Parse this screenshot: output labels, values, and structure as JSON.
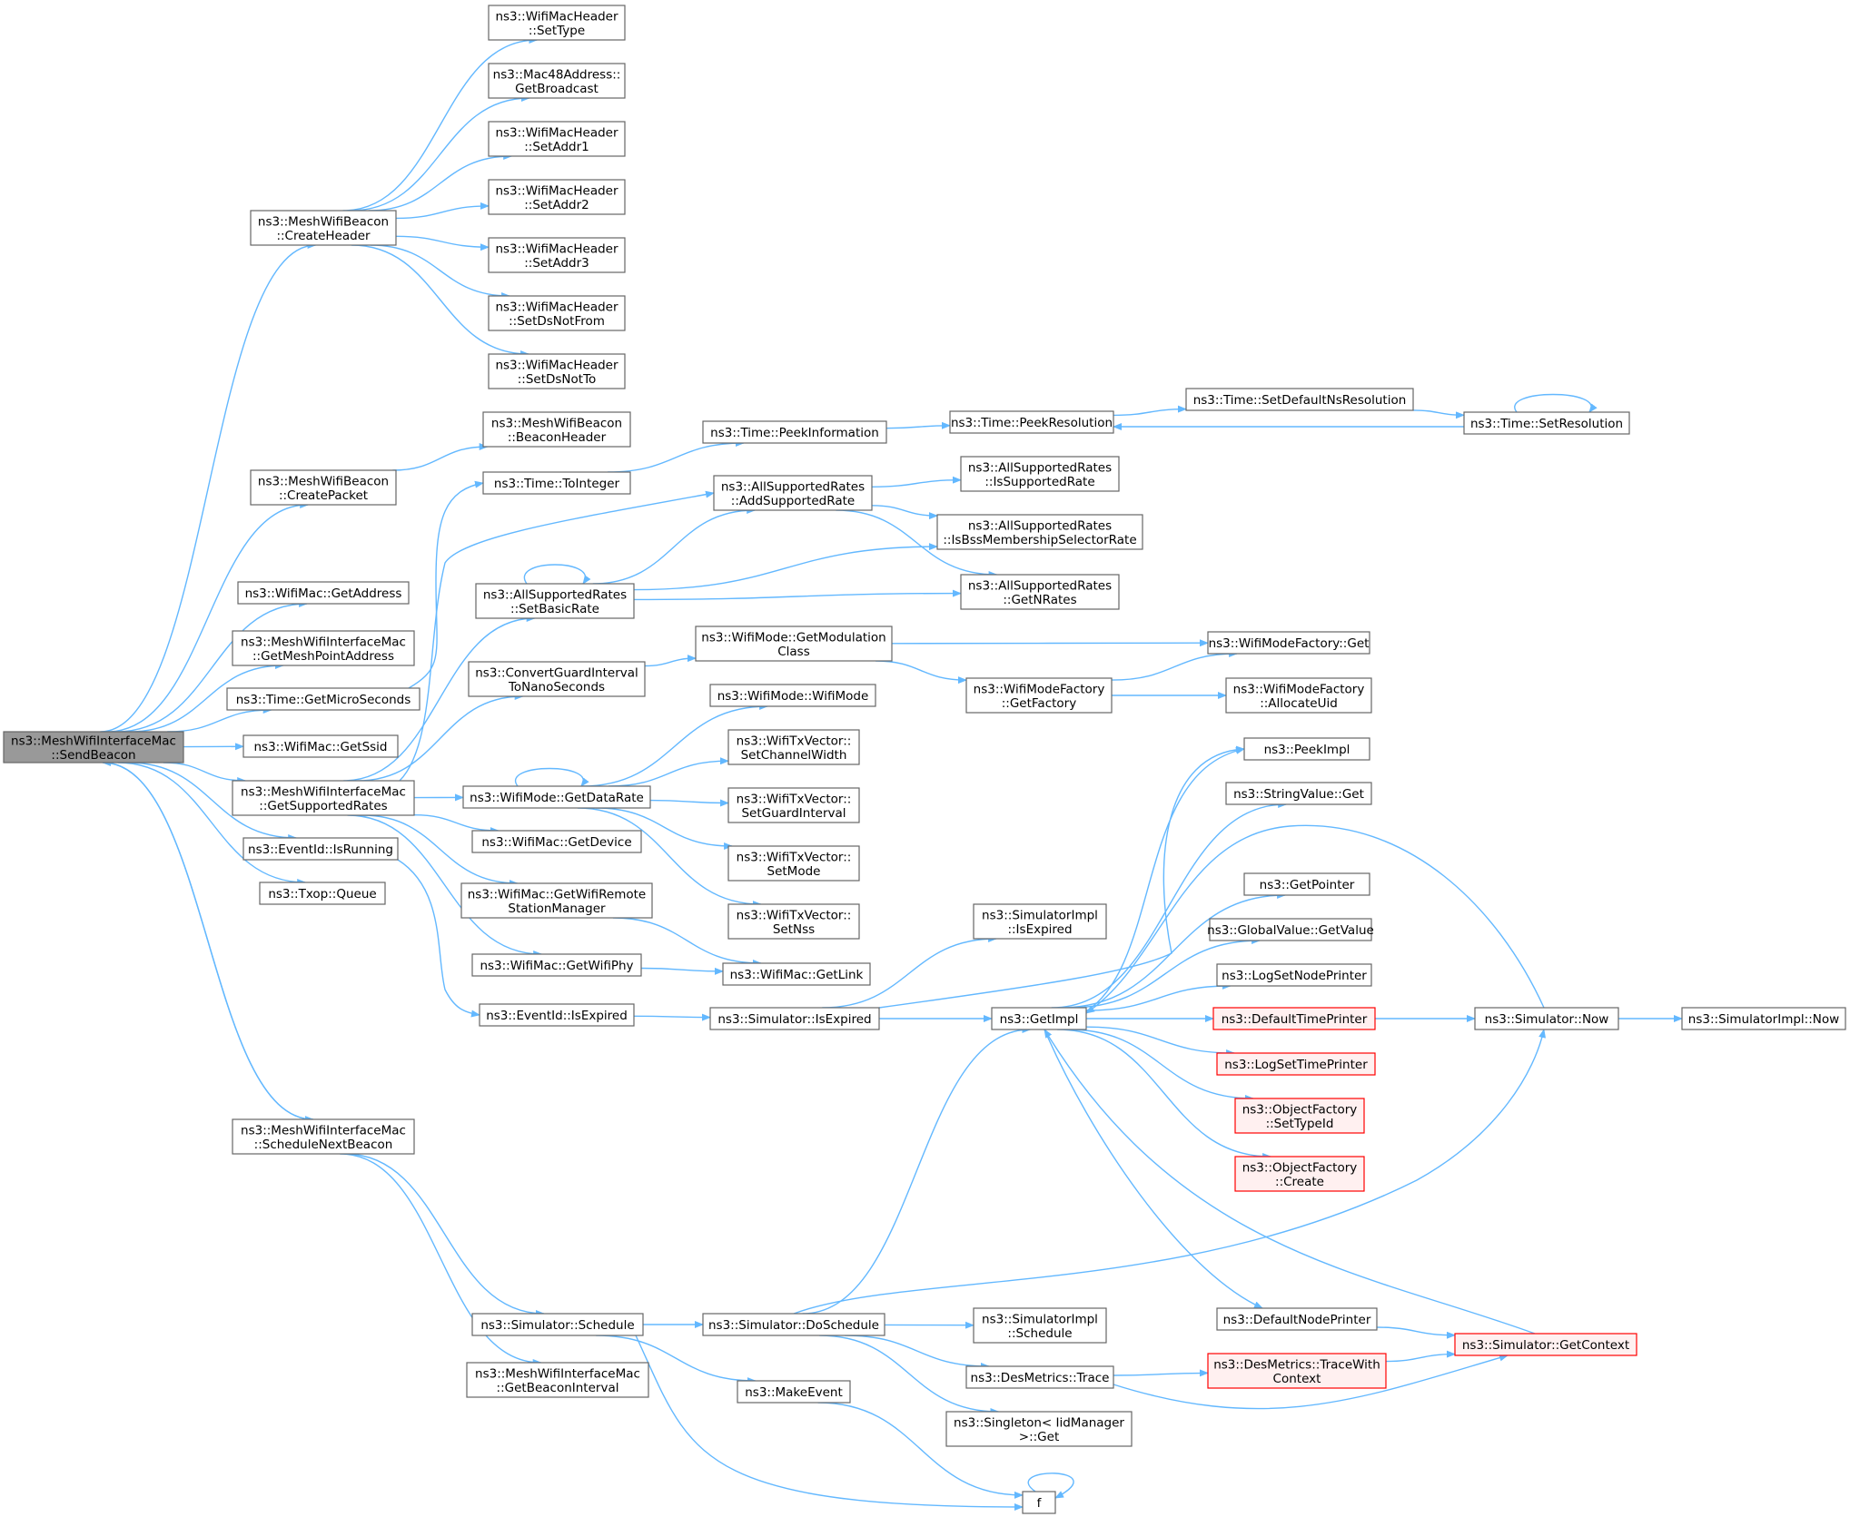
{
  "colors": {
    "edge": "#63b8ff",
    "node_border": "#666666",
    "node_fill": "#ffffff",
    "root_fill": "#999999",
    "root_border": "#666666",
    "red_border": "#ff0000",
    "red_fill": "#fff0f0"
  },
  "nodes": {
    "sendBeacon": [
      "ns3::MeshWifiInterfaceMac",
      "::SendBeacon"
    ],
    "createHeader": [
      "ns3::MeshWifiBeacon",
      "::CreateHeader"
    ],
    "setType": [
      "ns3::WifiMacHeader",
      "::SetType"
    ],
    "getBroadcast": [
      "ns3::Mac48Address::",
      "GetBroadcast"
    ],
    "setAddr1": [
      "ns3::WifiMacHeader",
      "::SetAddr1"
    ],
    "setAddr2": [
      "ns3::WifiMacHeader",
      "::SetAddr2"
    ],
    "setAddr3": [
      "ns3::WifiMacHeader",
      "::SetAddr3"
    ],
    "setDsNotFrom": [
      "ns3::WifiMacHeader",
      "::SetDsNotFrom"
    ],
    "setDsNotTo": [
      "ns3::WifiMacHeader",
      "::SetDsNotTo"
    ],
    "createPacket": [
      "ns3::MeshWifiBeacon",
      "::CreatePacket"
    ],
    "beaconHeader": [
      "ns3::MeshWifiBeacon",
      "::BeaconHeader"
    ],
    "getAddress": [
      "ns3::WifiMac::GetAddress"
    ],
    "getMeshPointAddress": [
      "ns3::MeshWifiInterfaceMac",
      "::GetMeshPointAddress"
    ],
    "getMicroSeconds": [
      "ns3::Time::GetMicroSeconds"
    ],
    "getSsid": [
      "ns3::WifiMac::GetSsid"
    ],
    "getSupportedRates": [
      "ns3::MeshWifiInterfaceMac",
      "::GetSupportedRates"
    ],
    "isRunning": [
      "ns3::EventId::IsRunning"
    ],
    "queue": [
      "ns3::Txop::Queue"
    ],
    "scheduleNextBeacon": [
      "ns3::MeshWifiInterfaceMac",
      "::ScheduleNextBeacon"
    ],
    "toInteger": [
      "ns3::Time::ToInteger"
    ],
    "peekInformation": [
      "ns3::Time::PeekInformation"
    ],
    "peekResolution": [
      "ns3::Time::PeekResolution"
    ],
    "setDefaultNsResolution": [
      "ns3::Time::SetDefaultNsResolution"
    ],
    "setResolution": [
      "ns3::Time::SetResolution"
    ],
    "addSupportedRate": [
      "ns3::AllSupportedRates",
      "::AddSupportedRate"
    ],
    "isSupportedRate": [
      "ns3::AllSupportedRates",
      "::IsSupportedRate"
    ],
    "isBssMembership": [
      "ns3::AllSupportedRates",
      "::IsBssMembershipSelectorRate"
    ],
    "getNRates": [
      "ns3::AllSupportedRates",
      "::GetNRates"
    ],
    "setBasicRate": [
      "ns3::AllSupportedRates",
      "::SetBasicRate"
    ],
    "convertGuard": [
      "ns3::ConvertGuardInterval",
      "ToNanoSeconds"
    ],
    "getModulationClass": [
      "ns3::WifiMode::GetModulation",
      "Class"
    ],
    "wifiModeFactoryGet": [
      "ns3::WifiModeFactory::Get"
    ],
    "getFactory": [
      "ns3::WifiModeFactory",
      "::GetFactory"
    ],
    "allocateUid": [
      "ns3::WifiModeFactory",
      "::AllocateUid"
    ],
    "wifiModeWifiMode": [
      "ns3::WifiMode::WifiMode"
    ],
    "getDataRate": [
      "ns3::WifiMode::GetDataRate"
    ],
    "setChannelWidth": [
      "ns3::WifiTxVector::",
      "SetChannelWidth"
    ],
    "setGuardInterval": [
      "ns3::WifiTxVector::",
      "SetGuardInterval"
    ],
    "setMode": [
      "ns3::WifiTxVector::",
      "SetMode"
    ],
    "setNss": [
      "ns3::WifiTxVector::",
      "SetNss"
    ],
    "getDevice": [
      "ns3::WifiMac::GetDevice"
    ],
    "getRemoteStationManager": [
      "ns3::WifiMac::GetWifiRemote",
      "StationManager"
    ],
    "getWifiPhy": [
      "ns3::WifiMac::GetWifiPhy"
    ],
    "getLink": [
      "ns3::WifiMac::GetLink"
    ],
    "eventIsExpired": [
      "ns3::EventId::IsExpired"
    ],
    "simIsExpired": [
      "ns3::Simulator::IsExpired"
    ],
    "implIsExpired": [
      "ns3::SimulatorImpl",
      "::IsExpired"
    ],
    "getImpl": [
      "ns3::GetImpl"
    ],
    "peekImpl": [
      "ns3::PeekImpl"
    ],
    "stringValueGet": [
      "ns3::StringValue::Get"
    ],
    "getPointer": [
      "ns3::GetPointer"
    ],
    "globalGetValue": [
      "ns3::GlobalValue::GetValue"
    ],
    "logSetNodePrinter": [
      "ns3::LogSetNodePrinter"
    ],
    "defaultTimePrinter": [
      "ns3::DefaultTimePrinter"
    ],
    "logSetTimePrinter": [
      "ns3::LogSetTimePrinter"
    ],
    "objSetTypeId": [
      "ns3::ObjectFactory",
      "::SetTypeId"
    ],
    "objCreate": [
      "ns3::ObjectFactory",
      "::Create"
    ],
    "simNow": [
      "ns3::Simulator::Now"
    ],
    "implNow": [
      "ns3::SimulatorImpl::Now"
    ],
    "simSchedule": [
      "ns3::Simulator::Schedule"
    ],
    "getBeaconInterval": [
      "ns3::MeshWifiInterfaceMac",
      "::GetBeaconInterval"
    ],
    "doSchedule": [
      "ns3::Simulator::DoSchedule"
    ],
    "implSchedule": [
      "ns3::SimulatorImpl",
      "::Schedule"
    ],
    "desTrace": [
      "ns3::DesMetrics::Trace"
    ],
    "singletonGet": [
      "ns3::Singleton< IidManager",
      " >::Get"
    ],
    "makeEvent": [
      "ns3::MakeEvent"
    ],
    "defaultNodePrinter": [
      "ns3::DefaultNodePrinter"
    ],
    "getContext": [
      "ns3::Simulator::GetContext"
    ],
    "traceWithContext": [
      "ns3::DesMetrics::TraceWith",
      "Context"
    ],
    "f": [
      "f"
    ]
  }
}
